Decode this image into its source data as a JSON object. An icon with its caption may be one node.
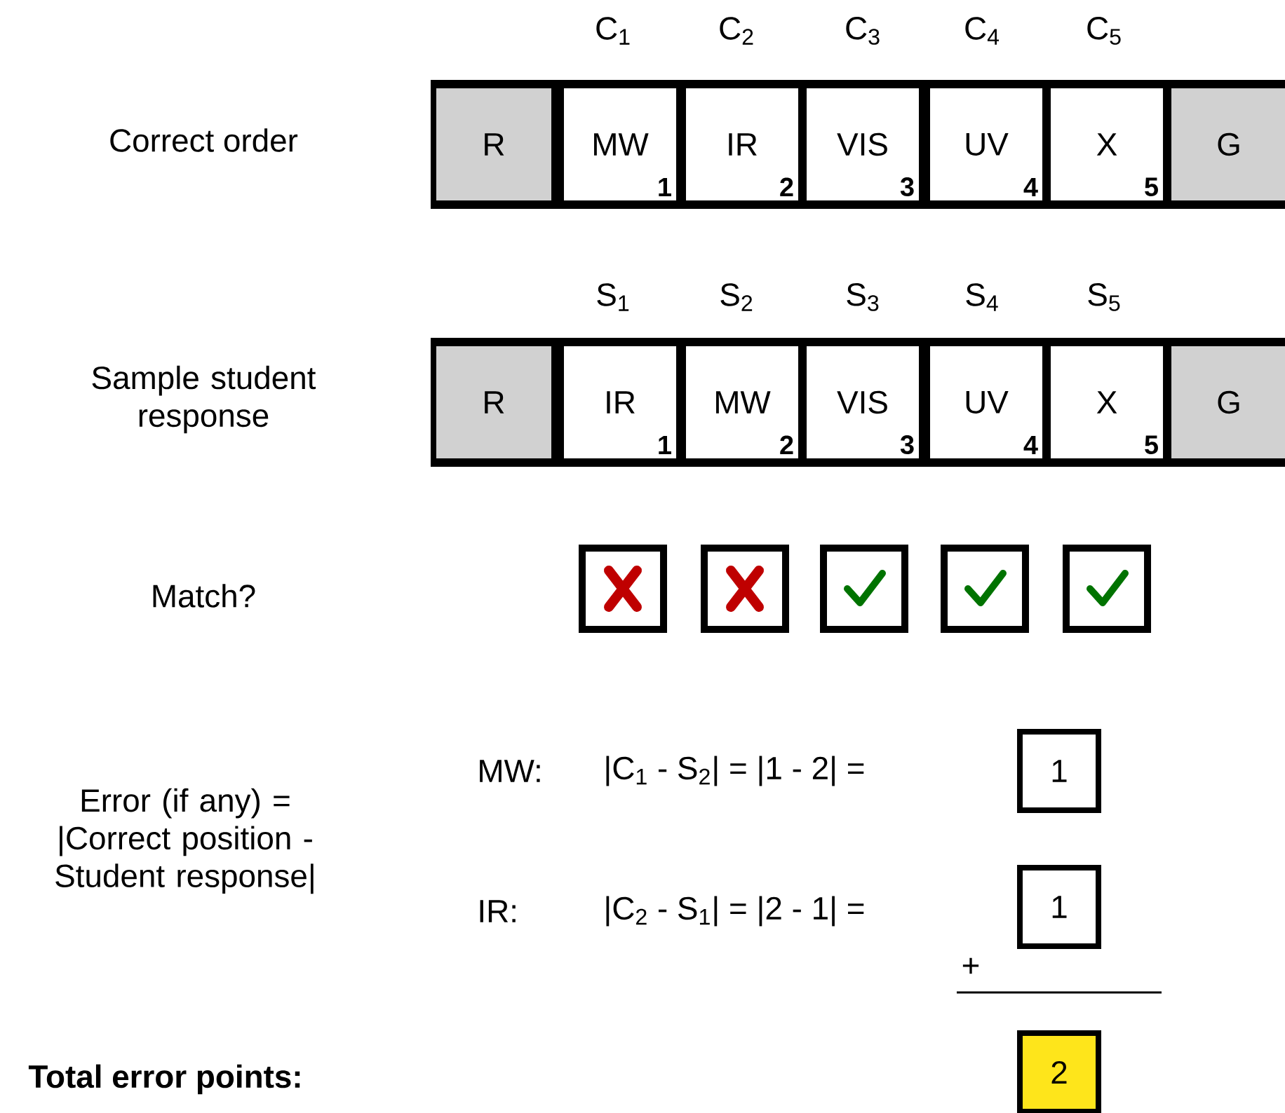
{
  "diagram": {
    "nodes": [
      {
        "text": [
          "R"
        ]
      },
      {
        "text": [
          "MW",
          "1"
        ]
      },
      {
        "text": [
          "IR",
          "2"
        ]
      },
      {
        "text": [
          "VIS",
          "3"
        ]
      },
      {
        "text": [
          "UV",
          "4"
        ]
      },
      {
        "text": [
          "X",
          "5"
        ]
      },
      {
        "text": [
          "G"
        ]
      },
      {
        "text": [
          "R"
        ]
      },
      {
        "text": [
          "IR",
          "1"
        ]
      },
      {
        "text": [
          "MW",
          "2"
        ]
      },
      {
        "text": [
          "VIS",
          "3"
        ]
      },
      {
        "text": [
          "UV",
          "4"
        ]
      },
      {
        "text": [
          "X",
          "5"
        ]
      },
      {
        "text": [
          "G"
        ]
      },
      {
        "text": [],
        "shape": "cross"
      },
      {
        "text": [],
        "shape": "cross"
      },
      {
        "text": [],
        "shape": "check"
      },
      {
        "text": [],
        "shape": "check"
      },
      {
        "text": [],
        "shape": "check"
      },
      {
        "text": [
          "1"
        ]
      },
      {
        "text": [
          "1"
        ]
      },
      {
        "text": [
          "2"
        ]
      }
    ],
    "edges": [],
    "labels": [
      "C$_{1}$",
      "C$_{2}$",
      "C$_{3}$",
      "C$_{4}$",
      "C$_{5}$",
      "Correct order",
      "S$_{1}$",
      "S$_{2}$",
      "S$_{3}$",
      "S$_{4}$",
      "S$_{5}$",
      "Sample student response",
      "Match?",
      "MW:",
      "|C$_{1}$ - S$_{2}$| = |1 - 2| =",
      "Error (if any) = |Correct position - Student response|",
      "IR:",
      "|C$_{2}$ - S$_{1}$| = |2 - 1| =",
      "+",
      "Total error points:"
    ]
  }
}
